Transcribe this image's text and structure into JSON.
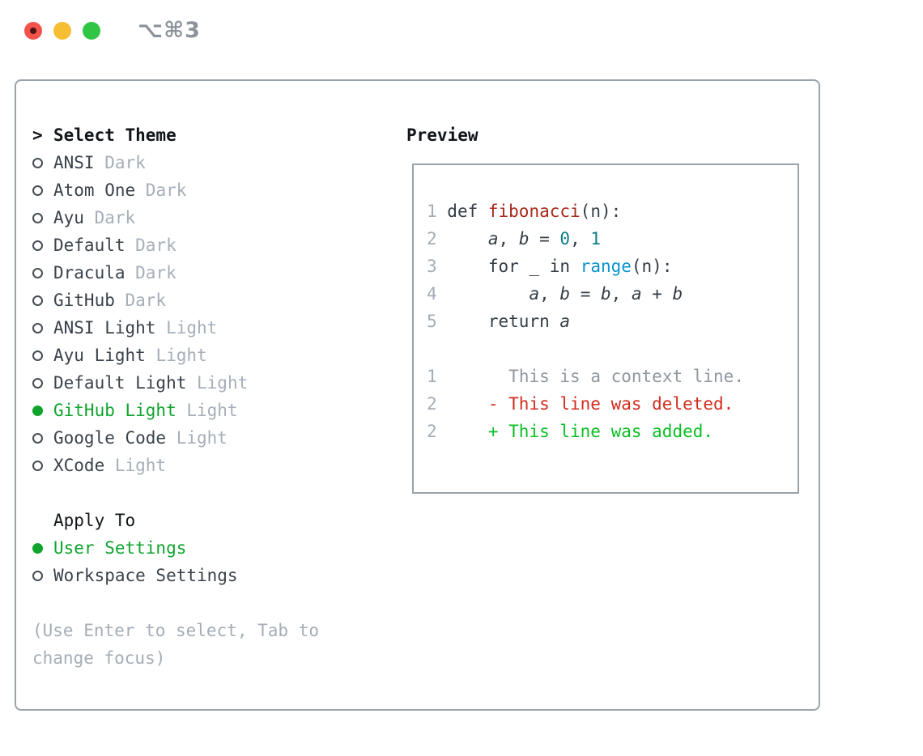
{
  "window": {
    "title": "⌥⌘3"
  },
  "titlebar": {
    "lights": [
      {
        "name": "close-button",
        "kind": "close"
      },
      {
        "name": "minimize-button",
        "kind": "min"
      },
      {
        "name": "zoom-button",
        "kind": "max"
      }
    ]
  },
  "theme_panel": {
    "header": {
      "prefix": ">",
      "label": "Select Theme"
    },
    "themes": [
      {
        "name": "ANSI",
        "variant": "Dark",
        "selected": false
      },
      {
        "name": "Atom One",
        "variant": "Dark",
        "selected": false
      },
      {
        "name": "Ayu",
        "variant": "Dark",
        "selected": false
      },
      {
        "name": "Default",
        "variant": "Dark",
        "selected": false
      },
      {
        "name": "Dracula",
        "variant": "Dark",
        "selected": false
      },
      {
        "name": "GitHub",
        "variant": "Dark",
        "selected": false
      },
      {
        "name": "ANSI Light",
        "variant": "Light",
        "selected": false
      },
      {
        "name": "Ayu Light",
        "variant": "Light",
        "selected": false
      },
      {
        "name": "Default Light",
        "variant": "Light",
        "selected": false
      },
      {
        "name": "GitHub Light",
        "variant": "Light",
        "selected": true
      },
      {
        "name": "Google Code",
        "variant": "Light",
        "selected": false
      },
      {
        "name": "XCode",
        "variant": "Light",
        "selected": false
      }
    ],
    "apply_to": {
      "label": "Apply To",
      "options": [
        {
          "name": "User Settings",
          "selected": true
        },
        {
          "name": "Workspace Settings",
          "selected": false
        }
      ]
    },
    "hint_lines": [
      "(Use Enter to select, Tab to",
      "change focus)"
    ]
  },
  "preview": {
    "label": "Preview",
    "code_lines": [
      {
        "num": "1",
        "tokens": [
          {
            "t": " def ",
            "c": "text"
          },
          {
            "t": "fibonacci",
            "c": "func"
          },
          {
            "t": "(n):",
            "c": "text"
          }
        ]
      },
      {
        "num": "2",
        "tokens": [
          {
            "t": "     ",
            "c": "text"
          },
          {
            "t": "a",
            "c": "var"
          },
          {
            "t": ", ",
            "c": "text"
          },
          {
            "t": "b",
            "c": "var"
          },
          {
            "t": " = ",
            "c": "text"
          },
          {
            "t": "0",
            "c": "number"
          },
          {
            "t": ", ",
            "c": "text"
          },
          {
            "t": "1",
            "c": "number"
          }
        ]
      },
      {
        "num": "3",
        "tokens": [
          {
            "t": "     for _ in ",
            "c": "text"
          },
          {
            "t": "range",
            "c": "call"
          },
          {
            "t": "(n):",
            "c": "text"
          }
        ]
      },
      {
        "num": "4",
        "tokens": [
          {
            "t": "         ",
            "c": "text"
          },
          {
            "t": "a",
            "c": "var"
          },
          {
            "t": ", ",
            "c": "text"
          },
          {
            "t": "b",
            "c": "var"
          },
          {
            "t": " = ",
            "c": "text"
          },
          {
            "t": "b",
            "c": "var"
          },
          {
            "t": ", ",
            "c": "text"
          },
          {
            "t": "a",
            "c": "var"
          },
          {
            "t": " + ",
            "c": "text"
          },
          {
            "t": "b",
            "c": "var"
          }
        ]
      },
      {
        "num": "5",
        "tokens": [
          {
            "t": "     return ",
            "c": "text"
          },
          {
            "t": "a",
            "c": "var"
          }
        ]
      },
      {
        "num": "",
        "tokens": []
      },
      {
        "num": "1",
        "tokens": [
          {
            "t": "       ",
            "c": "text"
          },
          {
            "t": "This is a context line.",
            "c": "context"
          }
        ]
      },
      {
        "num": "2",
        "tokens": [
          {
            "t": "     ",
            "c": "text"
          },
          {
            "t": "- This line was deleted.",
            "c": "deleted"
          }
        ]
      },
      {
        "num": "2",
        "tokens": [
          {
            "t": "     ",
            "c": "text"
          },
          {
            "t": "+ This line was added.",
            "c": "added"
          }
        ]
      }
    ]
  },
  "colors": {
    "c-text": "#343d46",
    "c-func": "#a8281a",
    "c-call": "#0a93ce",
    "c-number": "#0d7d84",
    "c-context": "#8f979f",
    "c-deleted": "#d22c1e",
    "c-added": "#0bbf24",
    "c-lineno": "#a4adb6",
    "c-selected": "#10a42f",
    "c-item": "#3a424b",
    "c-variant": "#a6aeb8",
    "c-hint": "#a4adb6",
    "c-border": "#9aa3ac",
    "c-header": "#111519",
    "c-bullet": "#454d55",
    "c-titlebar-text": "#8b9299",
    "c-light-red": "#f2524a",
    "c-light-red-dot": "#4f1310",
    "c-light-yellow": "#f7bd33",
    "c-light-green": "#31c546"
  }
}
